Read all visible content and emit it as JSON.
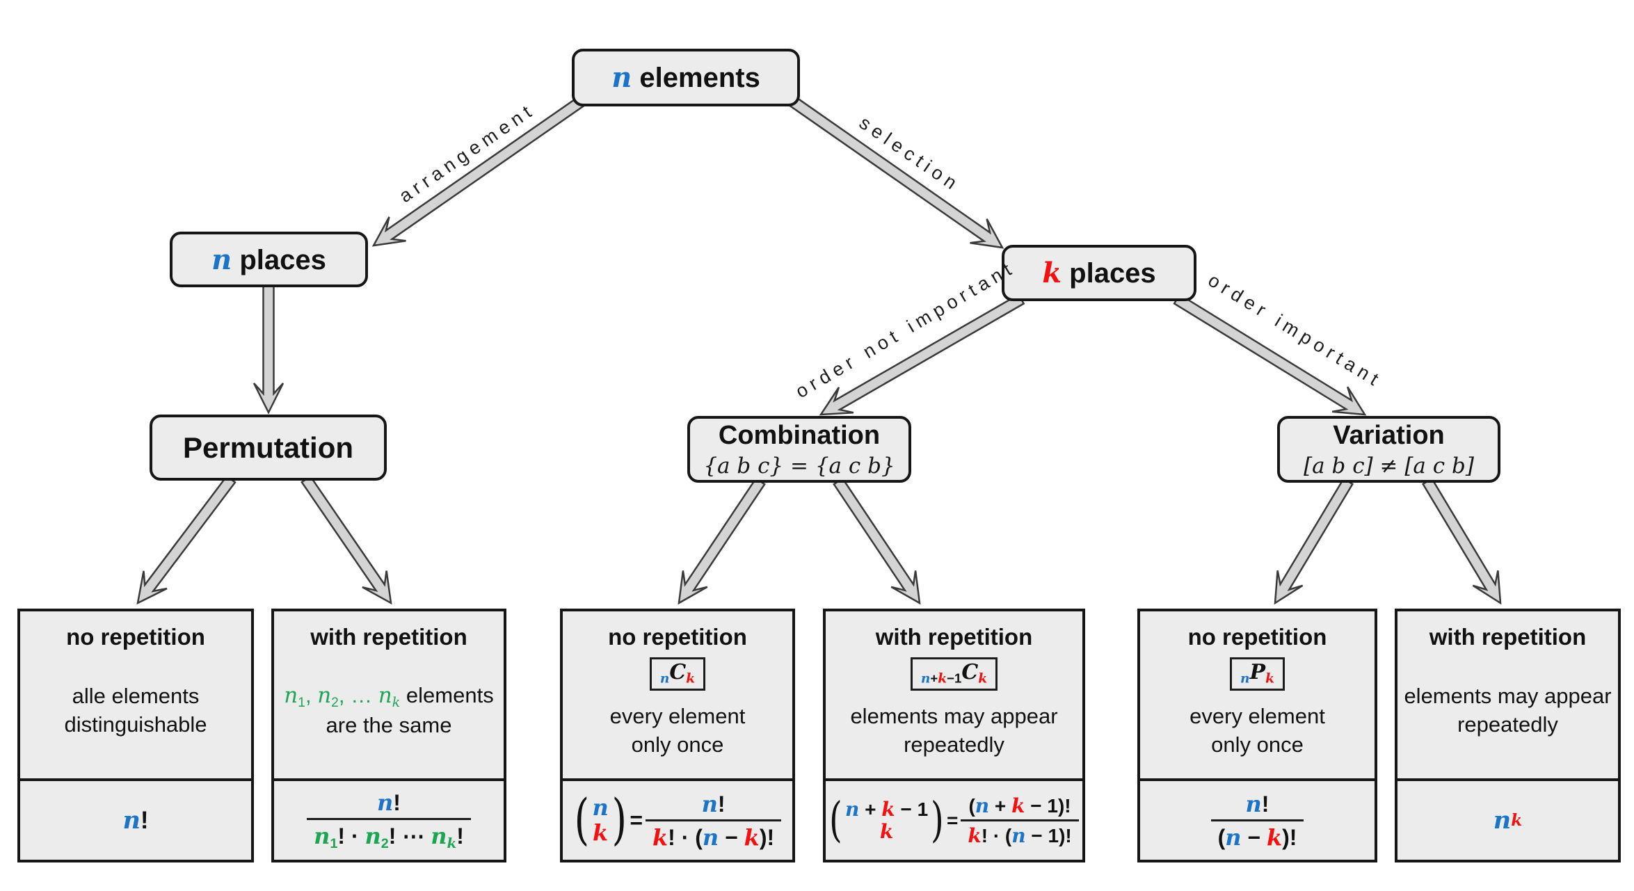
{
  "colors": {
    "blue": "#1b74c8",
    "red": "#f50f0f",
    "green": "#1da553",
    "box_fill": "#ececec",
    "box_border": "#161616",
    "arrow_fill": "#d4d4d4",
    "arrow_outline": "#3a3a3a"
  },
  "nodes": {
    "root": {
      "segments": [
        {
          "t": "n",
          "c": "blue",
          "m": 1,
          "b": 1
        },
        {
          "t": " elements",
          "b": 1
        }
      ]
    },
    "n_places": {
      "segments": [
        {
          "t": "n",
          "c": "blue",
          "m": 1,
          "b": 1
        },
        {
          "t": " places",
          "b": 1
        }
      ]
    },
    "k_places": {
      "segments": [
        {
          "t": "k",
          "c": "red",
          "m": 1,
          "b": 1
        },
        {
          "t": " places",
          "b": 1
        }
      ]
    },
    "permutation": {
      "title": "Permutation"
    },
    "combination": {
      "title": "Combination",
      "subtitle": "{a b c} = {a c b}"
    },
    "variation": {
      "title": "Variation",
      "subtitle": "[a b c] ≠ [a c b]"
    }
  },
  "edges": {
    "arrangement": "arrangement",
    "selection": "selection",
    "order_not_important": "order not important",
    "order_important": "order important"
  },
  "leaves": [
    {
      "title": "no repetition",
      "desc_lines": [
        [
          {
            "t": "alle elements"
          }
        ],
        [
          {
            "t": "distinguishable"
          }
        ]
      ],
      "formula": {
        "items": [
          {
            "t": "n",
            "c": "blue",
            "m": 1,
            "b": 1
          },
          {
            "t": "!",
            "b": 1
          }
        ]
      }
    },
    {
      "title": "with repetition",
      "desc_lines": [
        [
          {
            "t": "n",
            "c": "green",
            "m": 1
          },
          {
            "t": "1",
            "c": "green",
            "sub": 1
          },
          {
            "t": ", ",
            "c": "green"
          },
          {
            "t": "n",
            "c": "green",
            "m": 1
          },
          {
            "t": "2",
            "c": "green",
            "sub": 1
          },
          {
            "t": ", … ",
            "c": "green"
          },
          {
            "t": "n",
            "c": "green",
            "m": 1
          },
          {
            "t": "k",
            "c": "green",
            "m": 1,
            "sub": 1
          },
          {
            "t": " elements"
          }
        ],
        [
          {
            "t": "are the same"
          }
        ]
      ],
      "formula": {
        "items": [
          {
            "frac": {
              "num": [
                {
                  "t": "n",
                  "c": "blue",
                  "m": 1,
                  "b": 1
                },
                {
                  "t": "!",
                  "b": 1
                }
              ],
              "den": [
                {
                  "t": "n",
                  "c": "green",
                  "m": 1,
                  "b": 1
                },
                {
                  "t": "1",
                  "c": "green",
                  "b": 1,
                  "sub": 1
                },
                {
                  "t": "! · ",
                  "b": 1
                },
                {
                  "t": "n",
                  "c": "green",
                  "m": 1,
                  "b": 1
                },
                {
                  "t": "2",
                  "c": "green",
                  "b": 1,
                  "sub": 1
                },
                {
                  "t": "! ⋯ ",
                  "b": 1
                },
                {
                  "t": "n",
                  "c": "green",
                  "m": 1,
                  "b": 1
                },
                {
                  "t": "k",
                  "c": "green",
                  "m": 1,
                  "b": 1,
                  "sub": 1
                },
                {
                  "t": "!",
                  "b": 1
                }
              ]
            }
          }
        ]
      }
    },
    {
      "title": "no repetition",
      "tag": [
        {
          "t": "n",
          "c": "blue",
          "m": 1,
          "b": 1,
          "sub": 1
        },
        {
          "t": "C",
          "m": 1,
          "b": 1
        },
        {
          "t": "k",
          "c": "red",
          "m": 1,
          "b": 1,
          "sub": 1
        }
      ],
      "desc_lines": [
        [
          {
            "t": "every element"
          }
        ],
        [
          {
            "t": "only once"
          }
        ]
      ],
      "formula": {
        "items": [
          {
            "binom": {
              "top": [
                {
                  "t": "n",
                  "c": "blue",
                  "m": 1,
                  "b": 1
                }
              ],
              "bot": [
                {
                  "t": "k",
                  "c": "red",
                  "m": 1,
                  "b": 1
                }
              ]
            }
          },
          {
            "t": " = ",
            "b": 1
          },
          {
            "frac": {
              "num": [
                {
                  "t": "n",
                  "c": "blue",
                  "m": 1,
                  "b": 1
                },
                {
                  "t": "!",
                  "b": 1
                }
              ],
              "den": [
                {
                  "t": "k",
                  "c": "red",
                  "m": 1,
                  "b": 1
                },
                {
                  "t": "! · (",
                  "b": 1
                },
                {
                  "t": "n",
                  "c": "blue",
                  "m": 1,
                  "b": 1
                },
                {
                  "t": " − ",
                  "b": 1
                },
                {
                  "t": "k",
                  "c": "red",
                  "m": 1,
                  "b": 1
                },
                {
                  "t": ")!",
                  "b": 1
                }
              ]
            }
          }
        ]
      }
    },
    {
      "title": "with repetition",
      "tag": [
        {
          "t": "n",
          "c": "blue",
          "m": 1,
          "b": 1,
          "sub": 1
        },
        {
          "t": "+",
          "b": 1,
          "sub": 1
        },
        {
          "t": "k",
          "c": "red",
          "m": 1,
          "b": 1,
          "sub": 1
        },
        {
          "t": "−1",
          "b": 1,
          "sub": 1
        },
        {
          "t": "C",
          "m": 1,
          "b": 1
        },
        {
          "t": "k",
          "c": "red",
          "m": 1,
          "b": 1,
          "sub": 1
        }
      ],
      "desc_lines": [
        [
          {
            "t": "elements may appear"
          }
        ],
        [
          {
            "t": "repeatedly"
          }
        ]
      ],
      "formula": {
        "items": [
          {
            "binom": {
              "top": [
                {
                  "t": "n",
                  "c": "blue",
                  "m": 1,
                  "b": 1
                },
                {
                  "t": " + ",
                  "b": 1
                },
                {
                  "t": "k",
                  "c": "red",
                  "m": 1,
                  "b": 1
                },
                {
                  "t": " − 1",
                  "b": 1
                }
              ],
              "bot": [
                {
                  "t": "k",
                  "c": "red",
                  "m": 1,
                  "b": 1
                }
              ]
            }
          },
          {
            "t": " = ",
            "b": 1
          },
          {
            "frac": {
              "num": [
                {
                  "t": "(",
                  "b": 1
                },
                {
                  "t": "n",
                  "c": "blue",
                  "m": 1,
                  "b": 1
                },
                {
                  "t": " + ",
                  "b": 1
                },
                {
                  "t": "k",
                  "c": "red",
                  "m": 1,
                  "b": 1
                },
                {
                  "t": " − 1)!",
                  "b": 1
                }
              ],
              "den": [
                {
                  "t": "k",
                  "c": "red",
                  "m": 1,
                  "b": 1
                },
                {
                  "t": "! · (",
                  "b": 1
                },
                {
                  "t": "n",
                  "c": "blue",
                  "m": 1,
                  "b": 1
                },
                {
                  "t": " − 1)!",
                  "b": 1
                }
              ]
            }
          }
        ]
      }
    },
    {
      "title": "no repetition",
      "tag": [
        {
          "t": "n",
          "c": "blue",
          "m": 1,
          "b": 1,
          "sub": 1
        },
        {
          "t": "P",
          "m": 1,
          "b": 1
        },
        {
          "t": "k",
          "c": "red",
          "m": 1,
          "b": 1,
          "sub": 1
        }
      ],
      "desc_lines": [
        [
          {
            "t": "every element"
          }
        ],
        [
          {
            "t": "only once"
          }
        ]
      ],
      "formula": {
        "items": [
          {
            "frac": {
              "num": [
                {
                  "t": "n",
                  "c": "blue",
                  "m": 1,
                  "b": 1
                },
                {
                  "t": "!",
                  "b": 1
                }
              ],
              "den": [
                {
                  "t": "(",
                  "b": 1
                },
                {
                  "t": "n",
                  "c": "blue",
                  "m": 1,
                  "b": 1
                },
                {
                  "t": " − ",
                  "b": 1
                },
                {
                  "t": "k",
                  "c": "red",
                  "m": 1,
                  "b": 1
                },
                {
                  "t": ")!",
                  "b": 1
                }
              ]
            }
          }
        ]
      }
    },
    {
      "title": "with repetition",
      "desc_lines": [
        [
          {
            "t": "elements may appear"
          }
        ],
        [
          {
            "t": "repeatedly"
          }
        ]
      ],
      "formula": {
        "items": [
          {
            "t": "n",
            "c": "blue",
            "m": 1,
            "b": 1
          },
          {
            "t": "k",
            "c": "red",
            "m": 1,
            "b": 1,
            "sup": 1
          }
        ]
      }
    }
  ]
}
